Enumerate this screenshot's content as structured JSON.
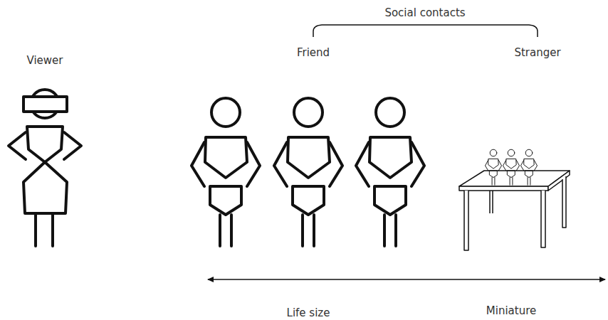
{
  "diagram": {
    "labels": [
      "Social contacts",
      "Viewer",
      "Friend",
      "Stranger",
      "Life size",
      "Miniature"
    ]
  }
}
